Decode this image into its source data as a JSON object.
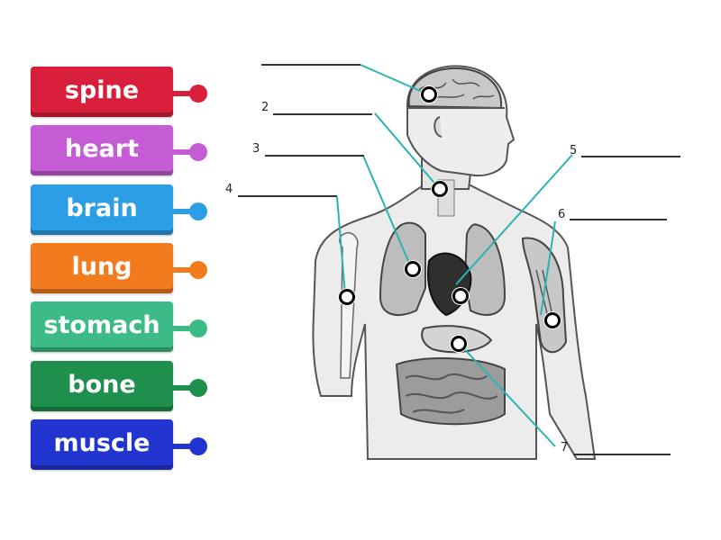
{
  "tiles": [
    {
      "label": "spine",
      "color": "#d81e3a"
    },
    {
      "label": "heart",
      "color": "#c55cd6"
    },
    {
      "label": "brain",
      "color": "#2b9ee6"
    },
    {
      "label": "lung",
      "color": "#f27c1d"
    },
    {
      "label": "stomach",
      "color": "#3dbb86"
    },
    {
      "label": "bone",
      "color": "#1e8f4d"
    },
    {
      "label": "muscle",
      "color": "#2234cf"
    }
  ],
  "diagram": {
    "numbers": [
      "2",
      "3",
      "4",
      "5",
      "6",
      "7"
    ],
    "line_color": "#2ab3b3"
  }
}
